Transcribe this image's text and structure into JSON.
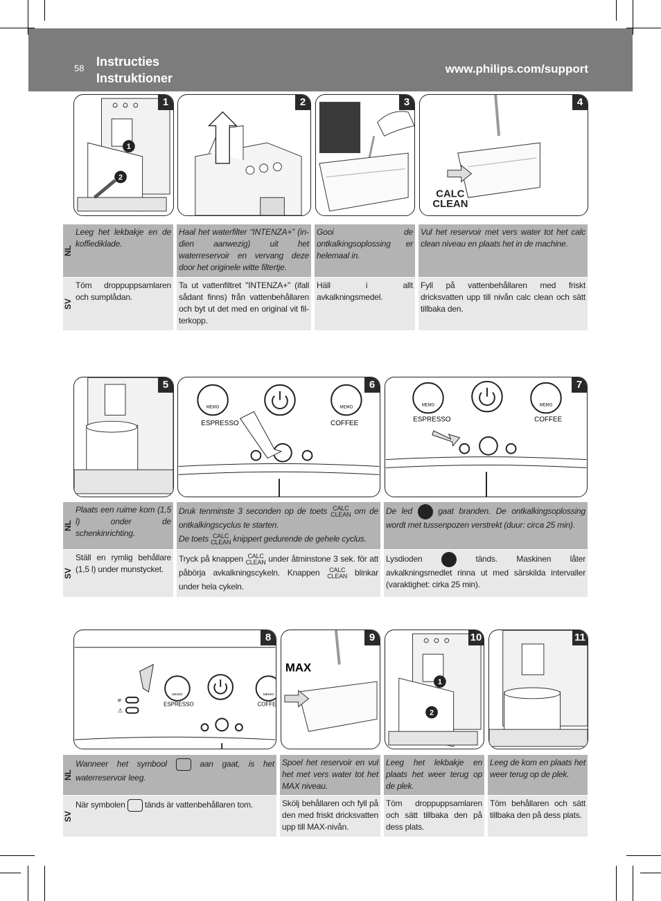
{
  "header": {
    "page_number": "58",
    "title_nl": "Instructies",
    "title_sv": "Instruktioner",
    "url": "www.philips.com/support"
  },
  "lang": {
    "nl": "NL",
    "sv": "SV"
  },
  "calc_clean": {
    "line1": "CALC",
    "line2": "CLEAN"
  },
  "panel_labels": {
    "espresso": "ESPRESSO",
    "coffee": "COFFEE",
    "memo": "MEMO",
    "max": "MAX"
  },
  "steps": [
    {
      "n": "1",
      "nl": "Leeg het lekbakje en de kof­fiediklade.",
      "sv": "Töm droppuppsamlaren och sumplådan."
    },
    {
      "n": "2",
      "nl": "Haal het waterfilter “INTENZA+” (in­dien aanwezig) uit het waterreservoir en vervang deze door het originele witte filtertje.",
      "sv": "Ta ut vattenfiltret \"INTENZA+\" (ifall sådant finns) från vattenbehållaren och byt ut det med en original vit fil­terkopp."
    },
    {
      "n": "3",
      "nl": "Gooi de ontkalkingsoplossing er helemaal in.",
      "sv": "Häll i allt avkalkningsmedel."
    },
    {
      "n": "4",
      "nl": "Vul het reservoir met vers water tot het calc clean niveau en plaats het in de machine.",
      "sv": "Fyll på vattenbehållaren med friskt dricksvatten upp till nivån calc clean och sätt tillbaka den."
    },
    {
      "n": "5",
      "nl": "Plaats een ruime kom (1,5 l) onder de schenkinrichting.",
      "sv": "Ställ en rymlig behållare (1,5 l) under munstycket."
    },
    {
      "n": "6",
      "nl_a": "Druk tenminste 3 seconden op de toets",
      "nl_b": "om de ontkal­kingscyclus te starten.",
      "nl_c": "De toets",
      "nl_d": "knippert gedurende de gehele cyclus.",
      "sv_a": "Tryck på knappen",
      "sv_b": "under åtminstone 3 sek. för att påbörja avkalkningscykeln. Knappen",
      "sv_c": "blinkar under hela cykeln."
    },
    {
      "n": "7",
      "nl_a": "De led",
      "nl_b": "gaat branden. De ontkalkingsoplossing wordt met tussenpozen verstrekt (duur: circa 25 min).",
      "sv_a": "Lysdioden",
      "sv_b": "tänds. Maskinen låter avkalkningsmedlet rinna ut med särskilda intervaller (varaktighet: cirka 25 min)."
    },
    {
      "n": "8",
      "nl_a": "Wanneer het symbool",
      "nl_b": "aan gaat, is het waterreservoir leeg.",
      "sv_a": "När symbolen",
      "sv_b": "tänds är vattenbehållaren tom."
    },
    {
      "n": "9",
      "nl": "Spoel het reservoir en vul het met vers water tot het MAX niveau.",
      "sv": "Skölj behållaren och fyll på den med friskt dricksvatten upp till MAX-nivån."
    },
    {
      "n": "10",
      "nl": "Leeg het lekbakje en plaats het weer terug op de plek.",
      "sv": "Töm droppuppsamlaren och sätt tillbaka den på dess plats."
    },
    {
      "n": "11",
      "nl": "Leeg de kom en plaats het weer terug op de plek.",
      "sv": "Töm behållaren och sätt till­baka den på dess plats."
    }
  ]
}
